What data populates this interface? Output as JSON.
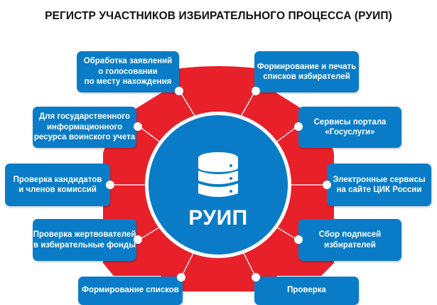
{
  "title": "РЕГИСТР УЧАСТНИКОВ ИЗБИРАТЕЛЬНОГО ПРОЦЕССА (РУИП)",
  "center": {
    "label": "РУИП",
    "icon": "database-icon"
  },
  "colors": {
    "box_blue": "#0a7cc7",
    "gear_red": "#e8202a",
    "circle_blue": "#0a7cc7",
    "connector_white": "#ffffff"
  },
  "modules": [
    {
      "label": "Обработка заявлений\nо голосовании\nпо месту нахождения",
      "side": "left"
    },
    {
      "label": "Формирование и печать\nсписков избирателей",
      "side": "right"
    },
    {
      "label": "Для государственного\nинформационного\nресурса воинского учета",
      "side": "left"
    },
    {
      "label": "Сервисы портала\n«Госуслуги»",
      "side": "right"
    },
    {
      "label": "Проверка кандидатов\nи членов комиссий",
      "side": "left"
    },
    {
      "label": "Электронные сервисы\nна сайте ЦИК России",
      "side": "right"
    },
    {
      "label": "Проверка жертвователей\nв избирательные фонды",
      "side": "left"
    },
    {
      "label": "Сбор подписей\nизбирателей",
      "side": "right"
    },
    {
      "label": "Формирование списков",
      "side": "left"
    },
    {
      "label": "Проверка",
      "side": "right"
    }
  ]
}
